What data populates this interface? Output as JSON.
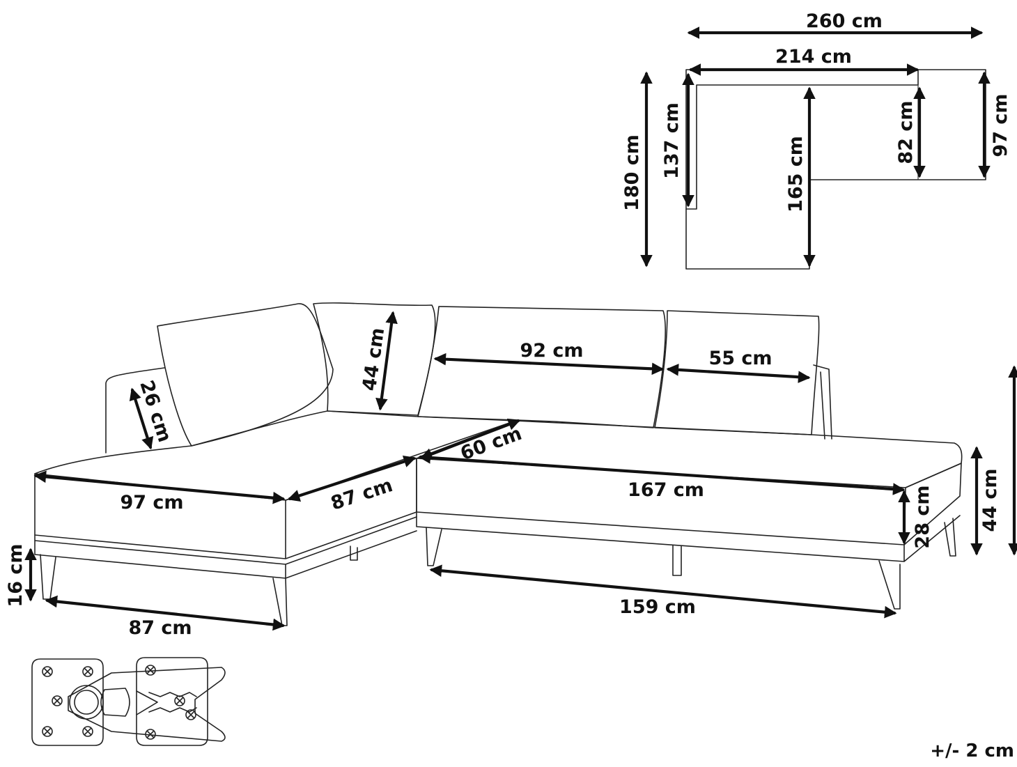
{
  "plan": {
    "width_total": "260 cm",
    "width_back": "214 cm",
    "depth_total": "180 cm",
    "depth_chaise_inner": "137 cm",
    "depth_middle": "165 cm",
    "depth_right_inner": "82 cm",
    "depth_right_outer": "97 cm"
  },
  "sofa": {
    "cushion_height": "44 cm",
    "armrest_width": "26 cm",
    "cushion_mid_width": "92 cm",
    "cushion_right_width": "55 cm",
    "seat_inner_depth": "60 cm",
    "chaise_front_width": "97 cm",
    "chaise_side_depth": "87 cm",
    "seat_front_width": "167 cm",
    "seat_height": "28 cm",
    "total_height": "44 cm",
    "leg_height": "16 cm",
    "leg_span_left": "87 cm",
    "leg_span_right": "159 cm"
  },
  "tolerance": "+/- 2 cm"
}
